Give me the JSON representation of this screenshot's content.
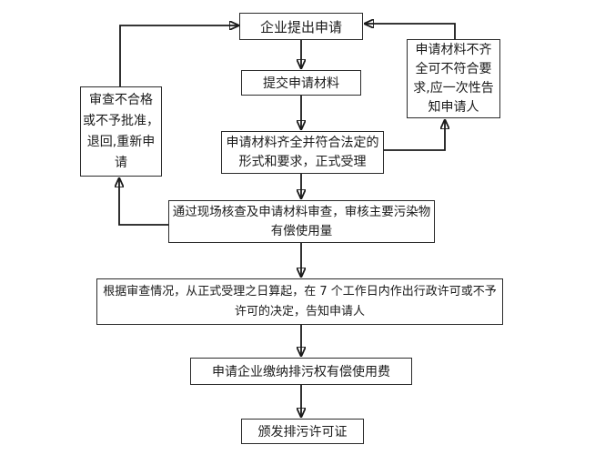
{
  "boxes": {
    "apply": {
      "lines": [
        "企业提出申请"
      ]
    },
    "submit": {
      "lines": [
        "提交申请材料"
      ]
    },
    "accept": {
      "lines": [
        "申请材料齐全并符合法定的",
        "形式和要求，正式受理"
      ]
    },
    "incomplete": {
      "lines": [
        "申请材料不齐",
        "全可不符合要",
        "求,应一次性告",
        "知申请人"
      ]
    },
    "reject": {
      "lines": [
        "审查不合格",
        "或不予批准，",
        "退回,重新申",
        "请"
      ]
    },
    "review": {
      "lines": [
        "通过现场核查及申请材料审查，审核主要污染物",
        "有偿使用量"
      ]
    },
    "decision": {
      "lines": [
        "根据审查情况，从正式受理之日算起，在 7 个工作日内作出行政许可或不予",
        "许可的决定，告知申请人"
      ]
    },
    "payment": {
      "lines": [
        "申请企业缴纳排污权有偿使用费"
      ]
    },
    "issue": {
      "lines": [
        "颁发排污许可证"
      ]
    }
  },
  "colors": {
    "background": "#ffffff",
    "box_border": "#2a2a2a",
    "line": "#1a1a1a",
    "text": "#1a1a1a"
  }
}
